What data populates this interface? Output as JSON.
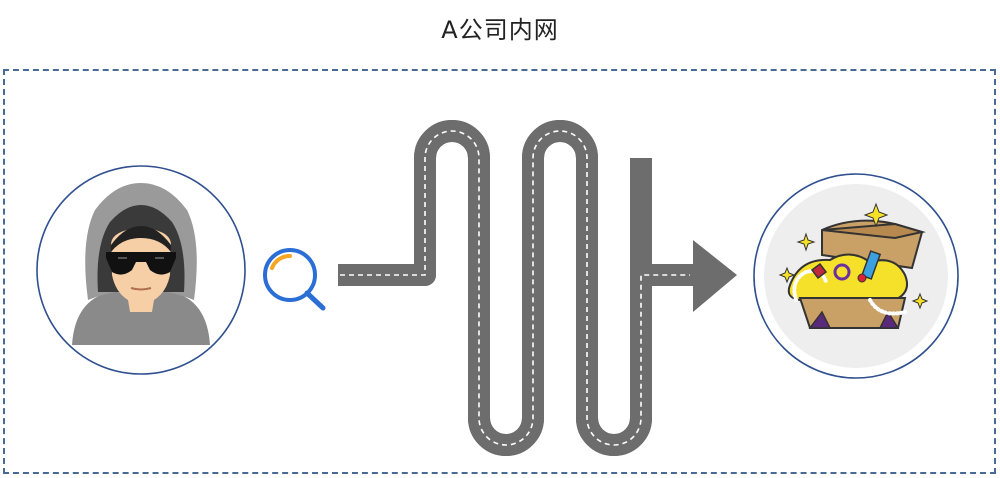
{
  "title": "A公司内网",
  "icons": {
    "attacker": "hooded-hacker-with-sunglasses",
    "search": "magnifier-search-icon",
    "target": "treasure-chest"
  },
  "colors": {
    "frame_border": "#4a6a96",
    "road": "#6d6d6d",
    "circle_border": "#2f4f8f",
    "search_blue": "#2b6fd6",
    "search_orange": "#f5a623"
  }
}
